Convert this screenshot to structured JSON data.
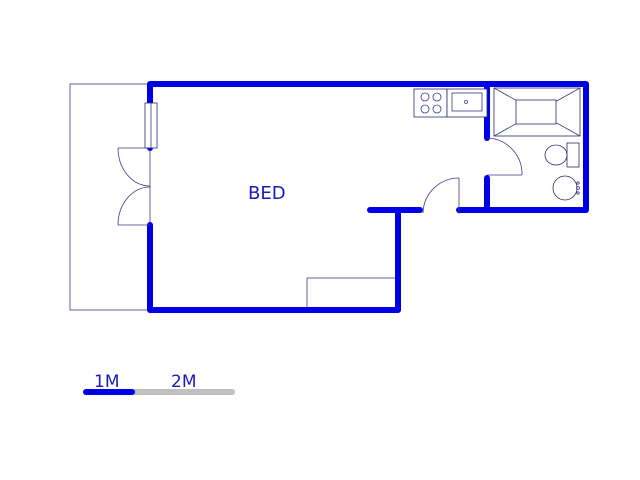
{
  "floor_plan": {
    "rooms": [
      {
        "label": "BED"
      }
    ],
    "scale_bar": {
      "labels": [
        "1M",
        "2M"
      ],
      "colors": {
        "primary": "#0000e6",
        "secondary": "#c0c0c0"
      }
    },
    "colors": {
      "wall": "#0000e6",
      "line": "#3a3a8c"
    }
  }
}
